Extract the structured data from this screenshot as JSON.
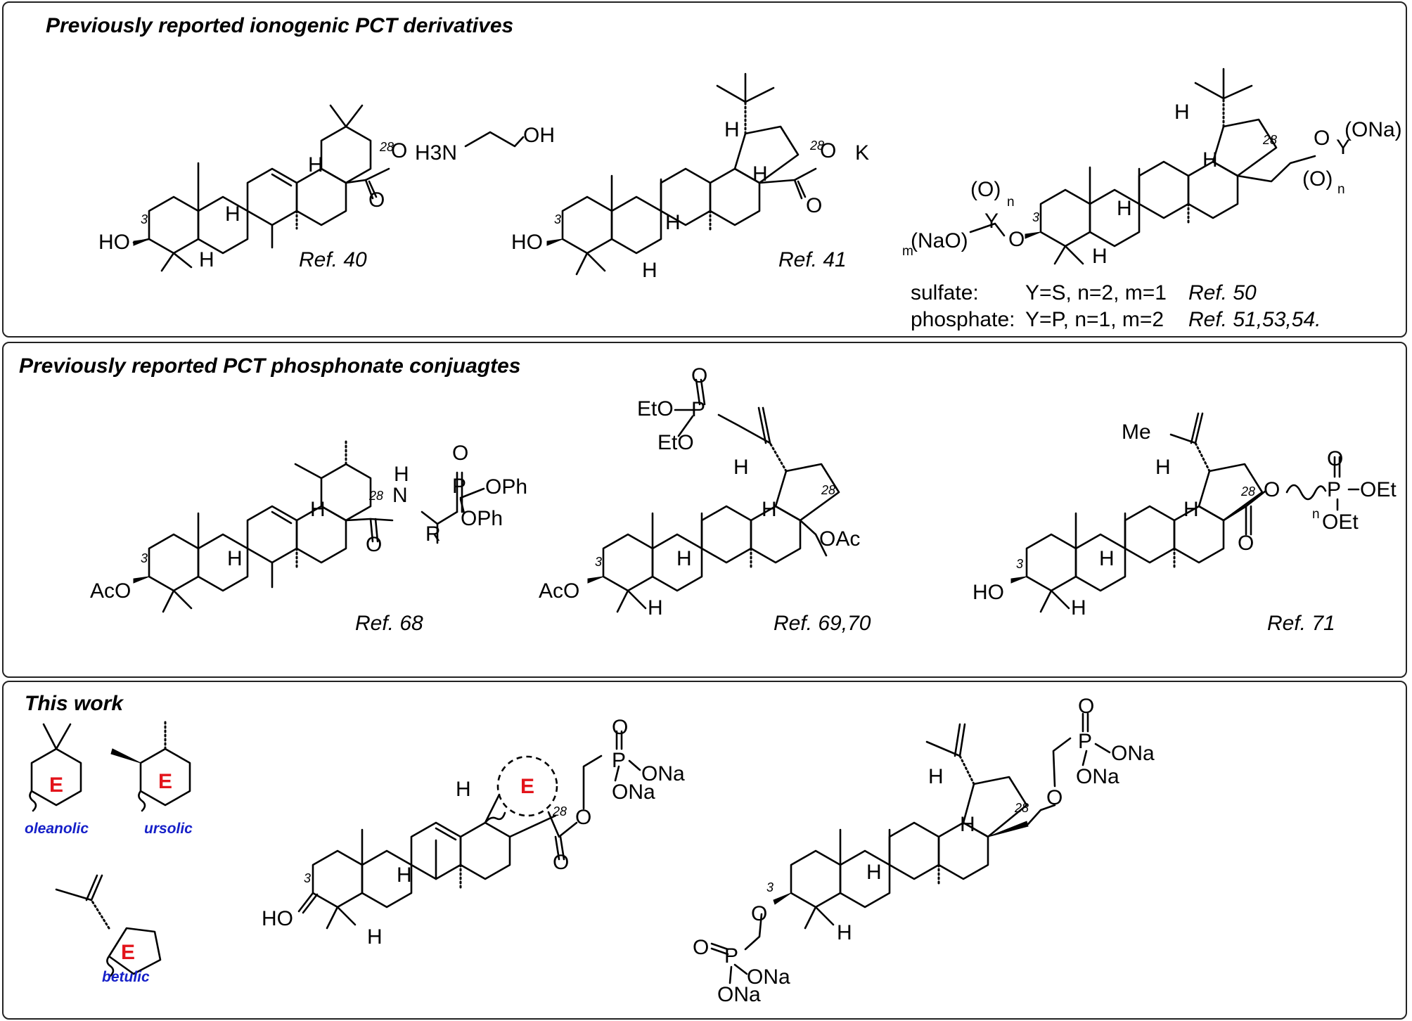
{
  "panels": {
    "p1": {
      "title": "Previously reported ionogenic PCT derivatives",
      "ref40": "Ref. 40",
      "ref41": "Ref. 41",
      "sulfate_name": "sulfate:",
      "sulfate_def": "Y=S, n=2, m=1",
      "sulfate_ref": "Ref. 50",
      "phosphate_name": "phosphate:",
      "phosphate_def": "Y=P, n=1, m=2",
      "phosphate_ref": "Ref. 51,53,54.",
      "ethanolamine": "H3N",
      "ethanolamine_oh": "OH",
      "potassium": "K",
      "oxide_minus": "O",
      "y_label": "Y",
      "na_o": "(NaO)",
      "ona": "(ONa)",
      "m_sub": "m",
      "n_sub": "n",
      "o_paren": "(O)"
    },
    "p2": {
      "title": "Previously reported PCT phosphonate conjuagtes",
      "ref68": "Ref. 68",
      "ref6970": "Ref. 69,70",
      "ref71": "Ref. 71",
      "oph": "OPh",
      "r_group": "R",
      "nh": "N",
      "h": "H",
      "eto": "EtO",
      "oac": "OAc",
      "aco": "AcO",
      "me": "Me",
      "oet": "OEt",
      "ho": "HO",
      "p": "P",
      "o": "O",
      "n_sub": "n"
    },
    "p3": {
      "title": "This work",
      "ring_label": "E",
      "oleanolic": "oleanolic",
      "ursolic": "ursolic",
      "betulic": "betulic",
      "ona": "ONa",
      "p": "P",
      "o": "O",
      "ho": "HO",
      "h": "H"
    }
  },
  "positions": {
    "c3": "3",
    "c28": "28"
  },
  "colors": {
    "ring_label": "#e3141b",
    "ring_family": "#1620c8",
    "border": "#222222"
  }
}
